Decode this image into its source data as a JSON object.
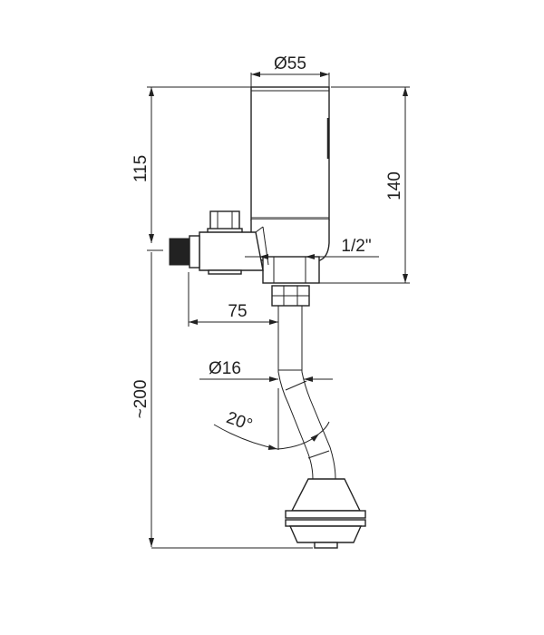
{
  "drawing": {
    "dimensions": {
      "sensor_diameter": "Ø55",
      "upper_height": "115",
      "total_body_height": "140",
      "thread_size": "1/2\"",
      "inlet_offset": "75",
      "pipe_diameter": "Ø16",
      "bend_angle": "20°",
      "lower_length": "~200"
    },
    "colors": {
      "line": "#222222",
      "background": "#ffffff"
    }
  }
}
